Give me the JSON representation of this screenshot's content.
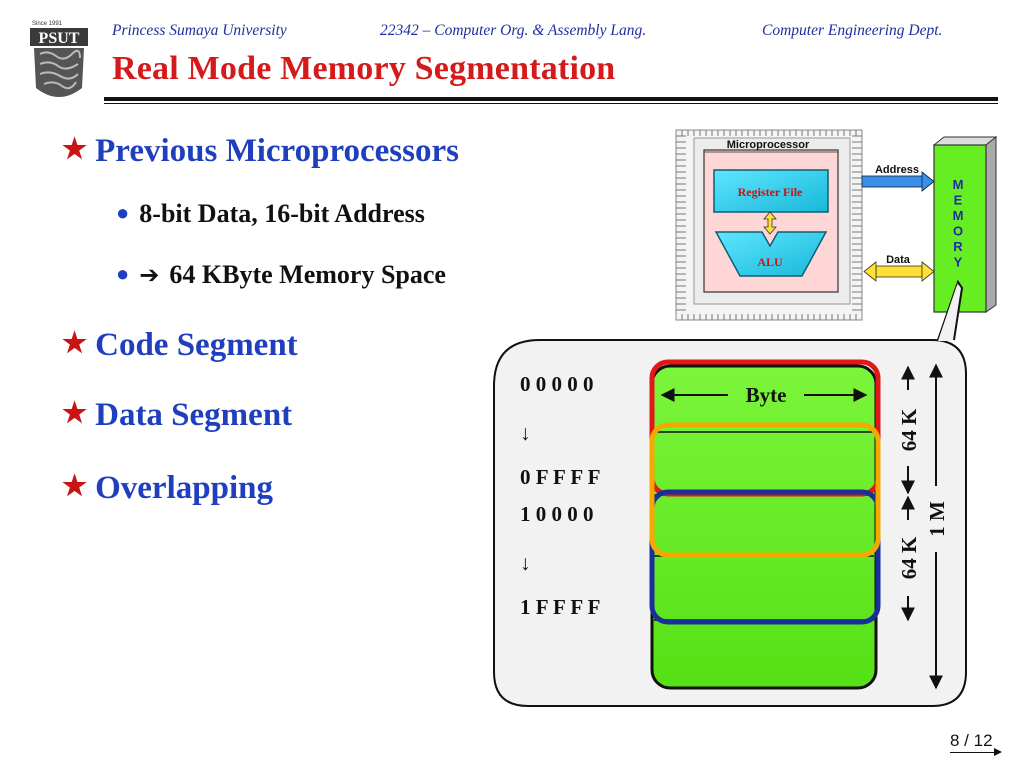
{
  "header": {
    "university": "Princess Sumaya University",
    "course": "22342 – Computer Org. & Assembly Lang.",
    "department": "Computer Engineering Dept.",
    "logo_text": "PSUT",
    "logo_since": "Since 1991"
  },
  "slide": {
    "title": "Real Mode Memory Segmentation",
    "page": "8 / 12"
  },
  "bullets": [
    {
      "label": "Previous Microprocessors"
    },
    {
      "label": "8-bit Data, 16-bit Address"
    },
    {
      "label": "64 KByte Memory Space"
    },
    {
      "label": "Code Segment"
    },
    {
      "label": "Data Segment"
    },
    {
      "label": "Overlapping"
    }
  ],
  "cpu": {
    "title": "Microprocessor",
    "register_file": "Register File",
    "alu": "ALU",
    "address_label": "Address",
    "data_label": "Data",
    "memory_letters": [
      "M",
      "E",
      "M",
      "O",
      "R",
      "Y"
    ]
  },
  "memory_map": {
    "addr_start_1": "0 0 0 0 0",
    "addr_end_1": "0 F F F F",
    "addr_start_2": "1 0 0 0 0",
    "addr_end_2": "1 F F F F",
    "down_arrow": "↓",
    "byte_label": "Byte",
    "seg_size_1": "64 K",
    "seg_size_2": "64 K",
    "total_size": "1 M"
  },
  "colors": {
    "title_red": "#d41a1a",
    "bullet_blue": "#1f3fbf",
    "memory_green": "#66ee22",
    "seg_red": "#e01818",
    "seg_orange": "#f5a800",
    "seg_blue": "#1a2f9a",
    "cyan": "#33d6f0"
  }
}
